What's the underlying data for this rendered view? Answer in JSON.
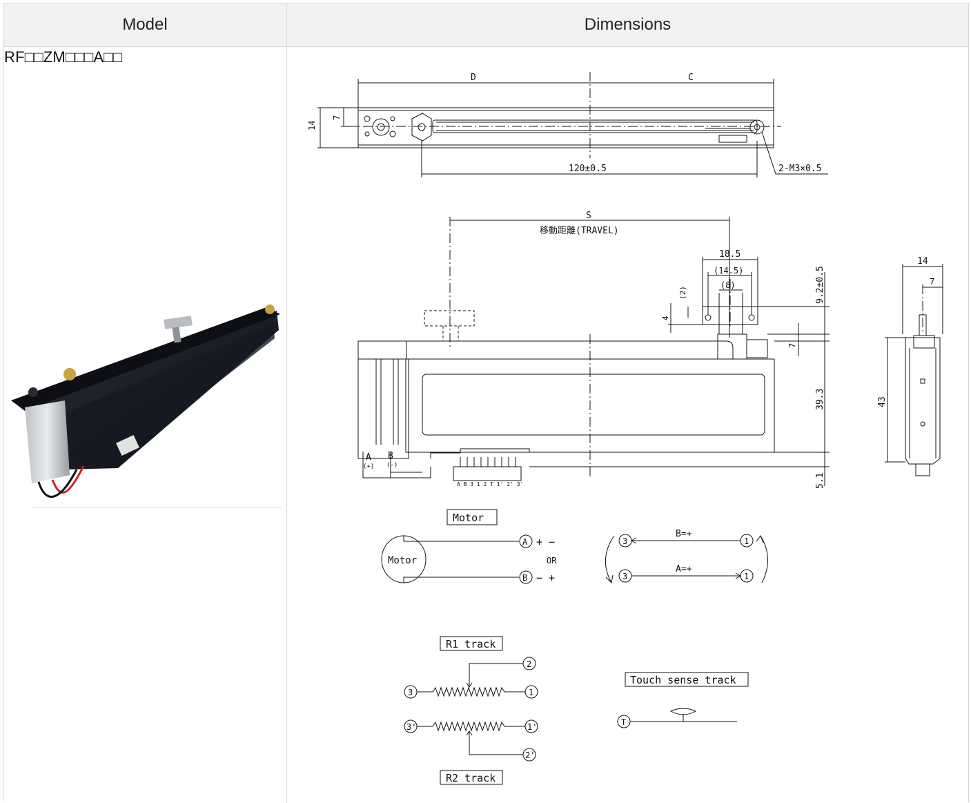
{
  "table": {
    "header": {
      "model": "Model",
      "dimensions": "Dimensions"
    },
    "row": {
      "model_code": "RF□□ZM□□□A□□"
    }
  },
  "drawing": {
    "top_view": {
      "dim_d": "D",
      "dim_c": "C",
      "dim_14": "14",
      "dim_7": "7",
      "dim_120": "120±0.5",
      "screw_note": "2-M3×0.5"
    },
    "front_view": {
      "dim_s": "S",
      "travel_label": "移動距離(TRAVEL)",
      "dim_18_5": "18.5",
      "dim_14_5": "(14.5)",
      "dim_8": "(8)",
      "dim_2": "(2)",
      "dim_4": "4",
      "dim_9_2": "9.2±0.5",
      "dim_7": "7",
      "dim_39_3": "39.3",
      "dim_5_1": "5.1",
      "pin_a": "A",
      "pin_a_pol": "(+)",
      "pin_b": "B",
      "pin_b_pol": "(-)",
      "connector_pins": "A B 3 1 2 T 1' 2' 3'"
    },
    "side_view": {
      "dim_14": "14",
      "dim_7": "7",
      "dim_43": "43"
    },
    "motor": {
      "title": "Motor",
      "body_label": "Motor",
      "term_a": "A",
      "term_b": "B",
      "pol_a": "+ −",
      "or_label": "OR",
      "pol_b": "− +",
      "direction_b": "B=+",
      "direction_a": "A=+",
      "term_3": "3",
      "term_1": "1"
    },
    "r1_track": {
      "title": "R1 track",
      "t3": "3",
      "t1": "1",
      "t2": "2"
    },
    "r2_track": {
      "title": "R2 track",
      "t3": "3'",
      "t1": "1'",
      "t2": "2'"
    },
    "touch_track": {
      "title": "Touch sense track",
      "t": "T"
    }
  }
}
